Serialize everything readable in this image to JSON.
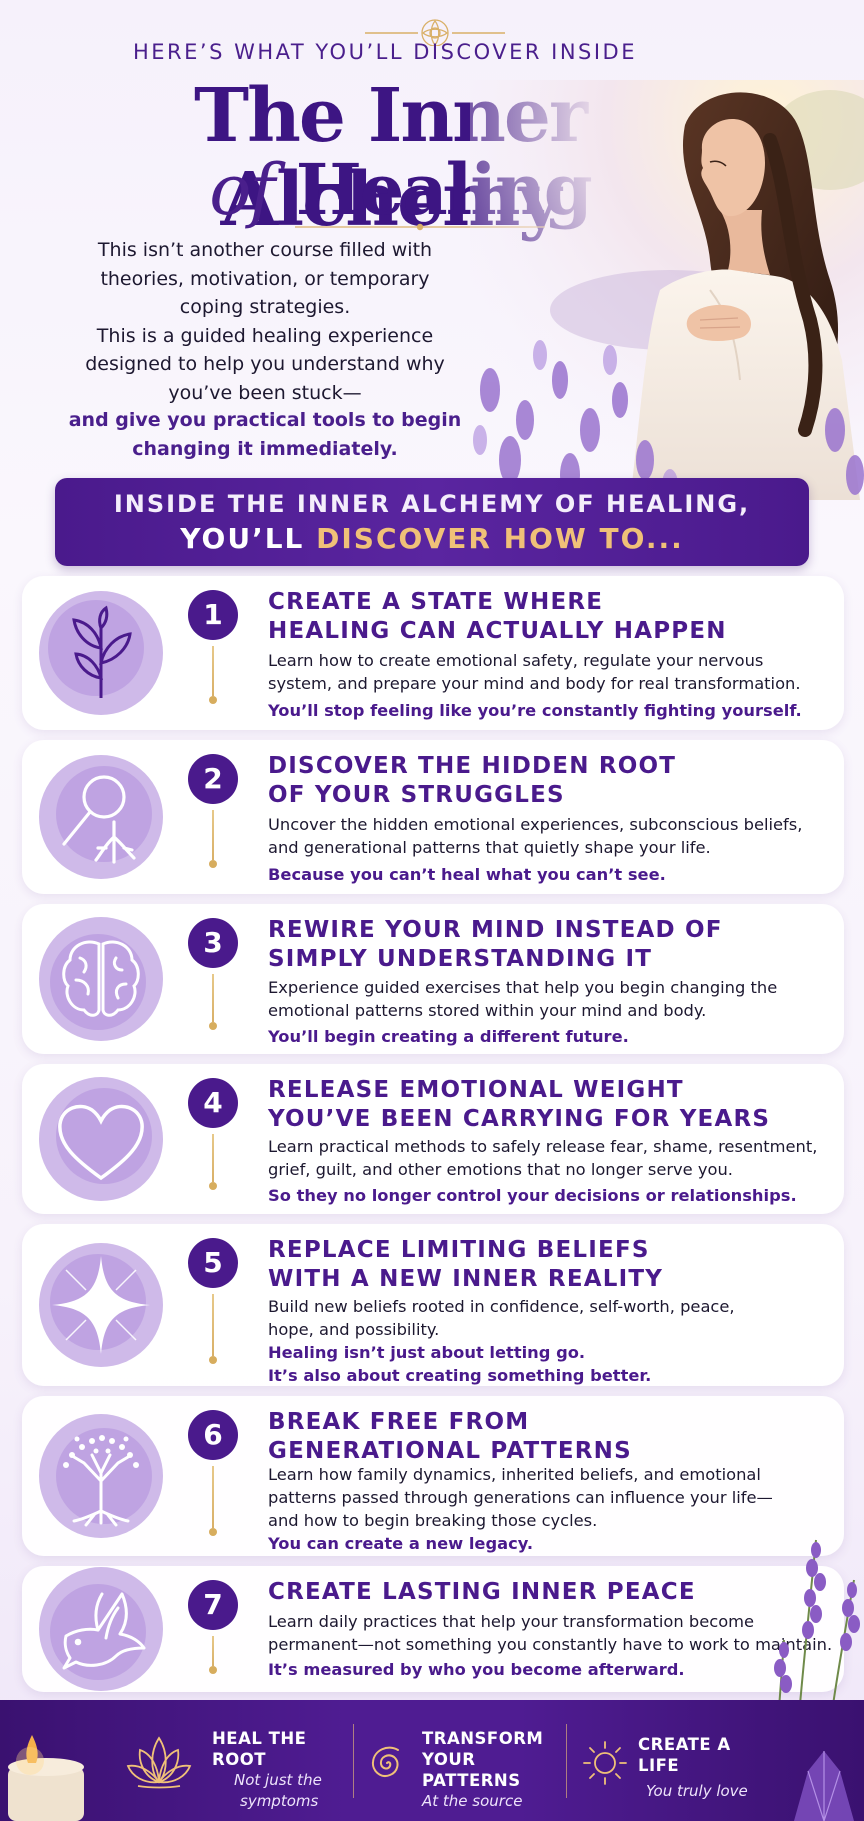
{
  "header": {
    "kicker": "HERE’S WHAT YOU’LL DISCOVER INSIDE",
    "title_line1": "The Inner Alchemy",
    "title_of": "of",
    "title_line2": "Healing"
  },
  "intro": {
    "lines": [
      "This isn’t another course filled with",
      "theories, motivation, or temporary",
      "coping strategies.",
      "This is a guided healing experience",
      "designed to help you understand why",
      "you’ve been stuck—"
    ],
    "emphasis_lines": [
      "and give you practical tools to begin",
      "changing it immediately."
    ]
  },
  "banner": {
    "line1": "INSIDE THE INNER ALCHEMY OF HEALING,",
    "line2_white": "YOU’LL",
    "line2_gold": "DISCOVER HOW TO..."
  },
  "modules": [
    {
      "number": "1",
      "icon": "sprout-icon",
      "title_lines": [
        "CREATE A STATE WHERE",
        "HEALING CAN ACTUALLY HAPPEN"
      ],
      "body_lines": [
        "Learn how to create emotional safety, regulate your nervous",
        "system, and prepare your mind and body for real transformation."
      ],
      "emphasis_lines": [
        "You’ll stop feeling like you’re constantly fighting yourself."
      ]
    },
    {
      "number": "2",
      "icon": "magnifier-roots-icon",
      "title_lines": [
        "DISCOVER THE HIDDEN ROOT",
        "OF YOUR STRUGGLES"
      ],
      "body_lines": [
        "Uncover the hidden emotional experiences, subconscious beliefs,",
        "and generational patterns that quietly shape your life."
      ],
      "emphasis_lines": [
        "Because you can’t heal what you can’t see."
      ]
    },
    {
      "number": "3",
      "icon": "brain-icon",
      "title_lines": [
        "REWIRE YOUR MIND INSTEAD OF",
        "SIMPLY UNDERSTANDING IT"
      ],
      "body_lines": [
        "Experience guided exercises that help you begin changing the",
        "emotional patterns stored within your mind and body."
      ],
      "emphasis_lines": [
        "You’ll begin creating a different future."
      ]
    },
    {
      "number": "4",
      "icon": "heart-icon",
      "title_lines": [
        "RELEASE EMOTIONAL WEIGHT",
        "YOU’VE BEEN CARRYING FOR YEARS"
      ],
      "body_lines": [
        "Learn practical methods to safely release fear, shame, resentment,",
        "grief, guilt, and other emotions that no longer serve you."
      ],
      "emphasis_lines": [
        "So they no longer control your decisions or relationships."
      ]
    },
    {
      "number": "5",
      "icon": "star-burst-icon",
      "title_lines": [
        "REPLACE LIMITING BELIEFS",
        "WITH A NEW INNER REALITY"
      ],
      "body_lines": [
        "Build new beliefs rooted in confidence, self-worth, peace,",
        "hope, and possibility."
      ],
      "emphasis_lines": [
        "Healing isn’t just about letting go.",
        "It’s also about creating something better."
      ]
    },
    {
      "number": "6",
      "icon": "tree-icon",
      "title_lines": [
        "BREAK FREE FROM",
        "GENERATIONAL PATTERNS"
      ],
      "body_lines": [
        "Learn how family dynamics, inherited beliefs, and emotional",
        "patterns passed through generations can influence your life—",
        "and how to begin breaking those cycles."
      ],
      "emphasis_lines": [
        "You can create a new legacy."
      ]
    },
    {
      "number": "7",
      "icon": "dove-icon",
      "title_lines": [
        "CREATE LASTING INNER PEACE"
      ],
      "body_lines": [
        "Learn daily practices that help your transformation become",
        "permanent—not something you constantly have to work to maintain."
      ],
      "emphasis_lines": [
        "It’s measured by who you become afterward."
      ]
    }
  ],
  "footer": {
    "pillars": [
      {
        "icon": "lotus-icon",
        "title": "HEAL THE ROOT",
        "sub_lines": [
          "Not just the",
          "symptoms"
        ]
      },
      {
        "icon": "spiral-icon",
        "title_lines": [
          "TRANSFORM",
          "YOUR PATTERNS"
        ],
        "sub_lines": [
          "At the source"
        ]
      },
      {
        "icon": "sun-icon",
        "title": "CREATE A LIFE",
        "sub_lines": [
          "You truly love"
        ]
      }
    ]
  },
  "colors": {
    "primary": "#4a1a8c",
    "accent_gold": "#f0c178",
    "text_dark": "#1d1830",
    "background": "#f6f1fb"
  }
}
